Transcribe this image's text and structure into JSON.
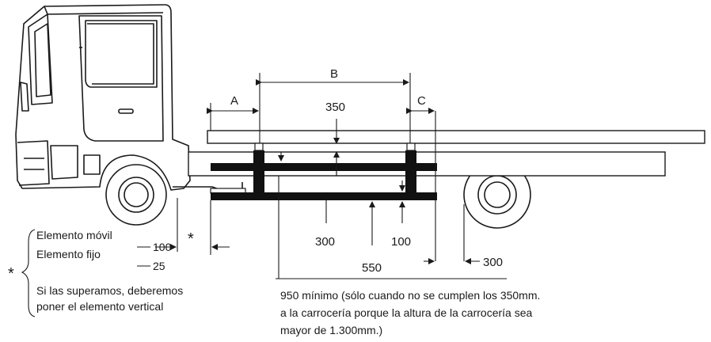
{
  "labels": {
    "a": "A",
    "b": "B",
    "c": "C",
    "d350": "350",
    "d300": "300",
    "d100": "100",
    "d550": "550",
    "d300_right": "300",
    "asterisk": "*"
  },
  "legend": {
    "star": "*",
    "movil_label": "Elemento móvil",
    "movil_value": "100",
    "fijo_label": "Elemento fijo",
    "fijo_value": "25",
    "note_line1": "Si las superamos, deberemos",
    "note_line2": "poner el elemento vertical"
  },
  "footnote": {
    "line1": "950 mínimo (sólo cuando no se cumplen los 350mm.",
    "line2": "a la carrocería porque la altura de la carrocería sea",
    "line3": "mayor de 1.300mm.)"
  },
  "colors": {
    "line": "#1a1a1a",
    "frame": "#111111",
    "background": "#ffffff"
  }
}
